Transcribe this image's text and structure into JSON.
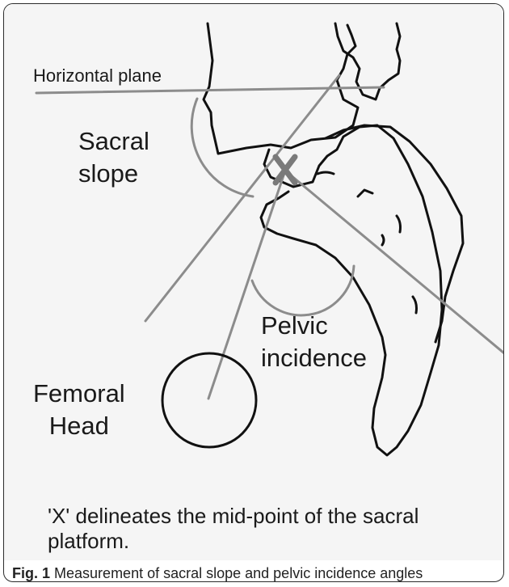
{
  "figure": {
    "labels": {
      "horizontal_plane": "Horizontal plane",
      "sacral_slope_line1": "Sacral",
      "sacral_slope_line2": "slope",
      "pelvic_incidence_line1": "Pelvic",
      "pelvic_incidence_line2": "incidence",
      "femoral_head_line1": "Femoral",
      "femoral_head_line2": "Head"
    },
    "note": "'X' delineates the mid-point of the sacral platform.",
    "colors": {
      "bone_outline": "#111111",
      "measurement_lines": "#8c8c8c",
      "midpoint_marker": "#7a7a7a",
      "panel_background": "#f5f5f5"
    }
  },
  "caption": {
    "label": "Fig. 1",
    "text": "Measurement of sacral slope and pelvic incidence angles"
  }
}
